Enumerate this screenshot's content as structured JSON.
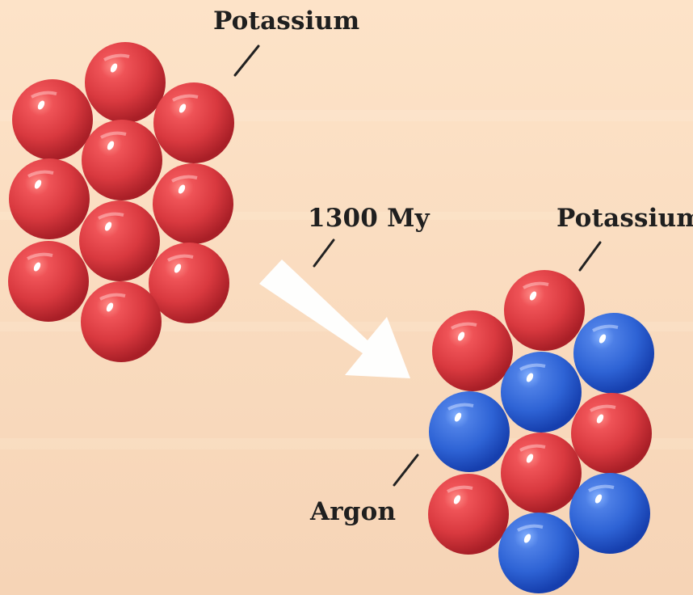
{
  "labels": {
    "potassium_top": "Potassium",
    "time": "1300 My",
    "potassium_right": "Potassium",
    "argon": "Argon"
  },
  "colors": {
    "background_top": "#fde3c8",
    "background_bottom": "#f6d4b6",
    "potassium_main": "#d9393f",
    "potassium_shadow": "#a91f27",
    "argon_main": "#2e63d5",
    "argon_shadow": "#163fae",
    "arrow_fill": "#ffffff",
    "leader_line": "#222222"
  },
  "clusters": {
    "initial": {
      "atoms": [
        "potassium",
        "potassium",
        "potassium",
        "potassium",
        "potassium",
        "potassium",
        "potassium",
        "potassium",
        "potassium",
        "potassium"
      ]
    },
    "after_decay": {
      "atoms": [
        "potassium",
        "potassium",
        "argon",
        "argon",
        "argon",
        "potassium",
        "potassium",
        "potassium",
        "argon",
        "argon"
      ]
    }
  },
  "icons": {
    "arrow": "arrow-right-down-icon"
  }
}
